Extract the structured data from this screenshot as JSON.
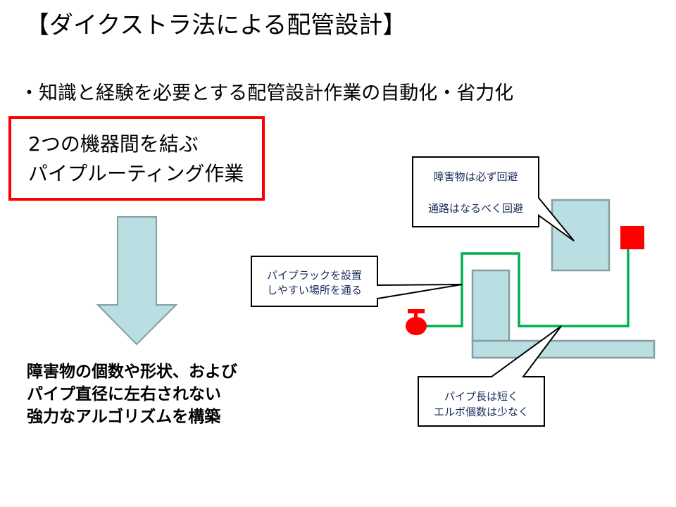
{
  "title": "【ダイクストラ法による配管設計】",
  "subtitle": "・知識と経験を必要とする配管設計作業の自動化・省力化",
  "task_box": {
    "line1": "2つの機器間を結ぶ",
    "line2": "パイプルーティング作業"
  },
  "conclusion": {
    "line1": "障害物の個数や形状、および",
    "line2": "パイプ直径に左右されない",
    "line3": "強力なアルゴリズムを構築"
  },
  "callouts": {
    "obstacle": {
      "line1": "障害物は必ず回避",
      "line2": "通路はなるべく回避"
    },
    "rack": {
      "line1": "パイプラックを設置",
      "line2": "しやすい場所を通る"
    },
    "length": {
      "line1": "パイプ長は短く",
      "line2": "エルボ個数は少なく"
    }
  },
  "colors": {
    "accent_red": "#ff0000",
    "pipe_green": "#00b050",
    "obstacle_fill": "#b9dfe2",
    "obstacle_stroke": "#879ea1",
    "callout_text": "#1a2a5a"
  },
  "icons": {
    "start": "valve-icon",
    "end": "equipment-square-icon",
    "flow": "down-arrow-icon"
  }
}
